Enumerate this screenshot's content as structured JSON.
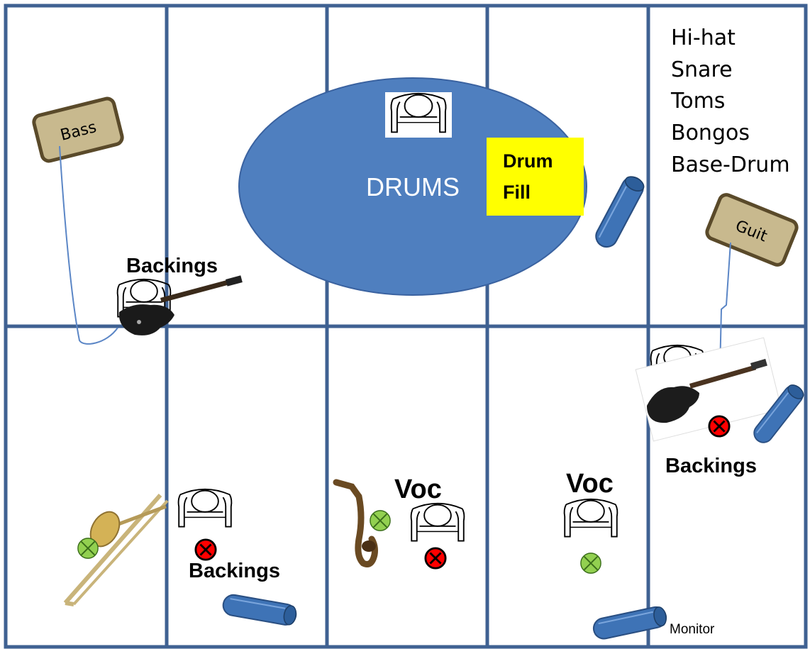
{
  "drums": {
    "label": "DRUMS",
    "fill_label_line1": "Drum",
    "fill_label_line2": "Fill"
  },
  "drum_parts": [
    "Hi-hat",
    "Snare",
    "Toms",
    "Bongos",
    "Base-Drum"
  ],
  "amps": {
    "bass": "Bass",
    "guitar": "Guit"
  },
  "labels": {
    "backings_top_left": "Backings",
    "backings_right": "Backings",
    "backings_bottom": "Backings",
    "voc_center": "Voc",
    "voc_right": "Voc",
    "monitor": "Monitor"
  },
  "colors": {
    "grid_line": "#3f6192",
    "drum_riser": "#4f7fbf",
    "drum_fill_box": "#ffff00",
    "amp_box": "#c8b98e",
    "monitor_wedge": "#3e73b6",
    "mic_good": "#92d050",
    "mic_bad": "#ff0000"
  },
  "icons": {
    "seat": "chair-icon",
    "mic_good": "green-mic-icon",
    "mic_bad": "red-mic-icon",
    "monitor": "monitor-wedge-icon",
    "bass_guitar": "bass-guitar-icon",
    "electric_guitar": "electric-guitar-icon",
    "saxophone": "saxophone-icon",
    "trombone": "trombone-icon"
  }
}
